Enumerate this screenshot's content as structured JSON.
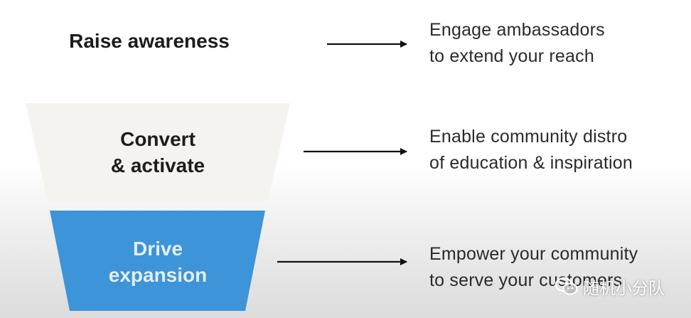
{
  "stages": [
    {
      "lines": [
        "Raise awareness"
      ],
      "fill": "#ffffff",
      "text_color": "#1c1c1c",
      "outcome_lines": [
        "Engage ambassadors",
        "to extend your reach"
      ]
    },
    {
      "lines": [
        "Convert",
        "& activate"
      ],
      "fill": "#f4f3f0",
      "text_color": "#1c1c1c",
      "outcome_lines": [
        "Enable community distro",
        "of education & inspiration"
      ]
    },
    {
      "lines": [
        "Drive",
        "expansion"
      ],
      "fill": "#3d94d8",
      "text_color": "#e3eef8",
      "outcome_lines": [
        "Empower your community",
        "to serve your customers"
      ]
    }
  ],
  "arrow_color": "#111111",
  "watermark": {
    "icon": "wechat-icon",
    "text": "随机小分队"
  }
}
